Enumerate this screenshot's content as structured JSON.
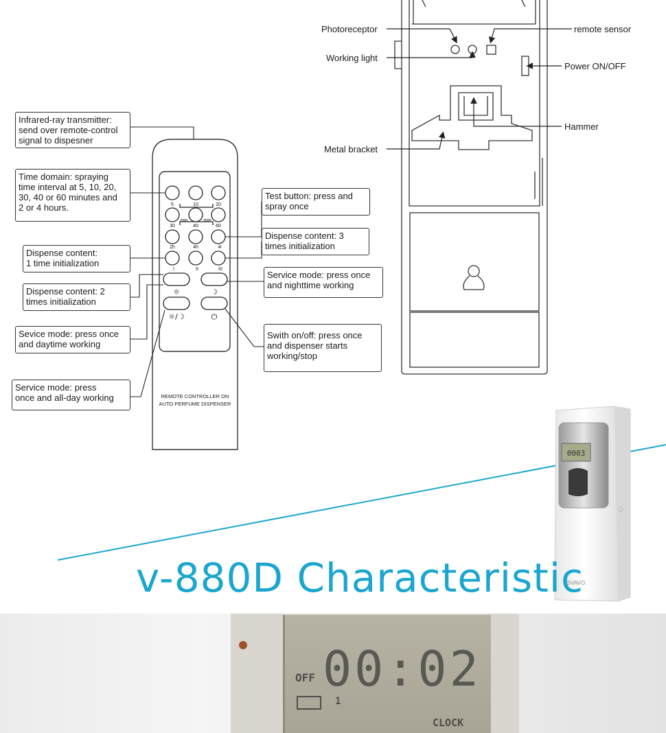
{
  "dispenser_labels": {
    "photoreceptor": "Photoreceptor",
    "remote_sensor": "remote sensor",
    "working_light": "Working light",
    "power": "Power ON/OFF",
    "hammer": "Hammer",
    "metal_bracket": "Metal bracket"
  },
  "remote_callouts": {
    "infrared": "Infrared-ray transmitter:\nsend over remote-control\nsignal to dispesner",
    "time_domain": "Time domain: spraying\ntime interval at 5, 10, 20,\n30, 40 or 60 minutes and\n2 or 4 hours.",
    "dispense_1": "Dispense content:\n1 time initialization",
    "dispense_2": "Dispense content: 2\ntimes initialization",
    "service_day": "Sevice mode: press once\nand daytime working",
    "service_allday": "Service mode: press\nonce and all-day working",
    "test": "Test button: press and\nspray once",
    "dispense_3": "Dispense content: 3\ntimes initialization",
    "service_night": "Service mode: press once\nand nighttime working",
    "switch": "Swith on/off: press once\nand dispenser starts\nworking/stop"
  },
  "remote": {
    "row1_labels": [
      "5",
      "10",
      "20"
    ],
    "row2_labels": [
      "30",
      "40",
      "60"
    ],
    "min_label": "min",
    "row3_labels": [
      "2h",
      "4h",
      ""
    ],
    "roman_labels": [
      "I",
      "II",
      "III"
    ],
    "text_line1": "REMOTE CONTROLLER ON",
    "text_line2": "AUTO PERFUME DISPENSER"
  },
  "heading": "v-880D Characteristic",
  "device": {
    "display": "0003",
    "brand": "SVAVO."
  },
  "lcd": {
    "time": "00:02",
    "mode": "OFF",
    "count": "1",
    "label": "CLOCK"
  },
  "colors": {
    "accent": "#1aa6cf",
    "line": "#333333"
  }
}
